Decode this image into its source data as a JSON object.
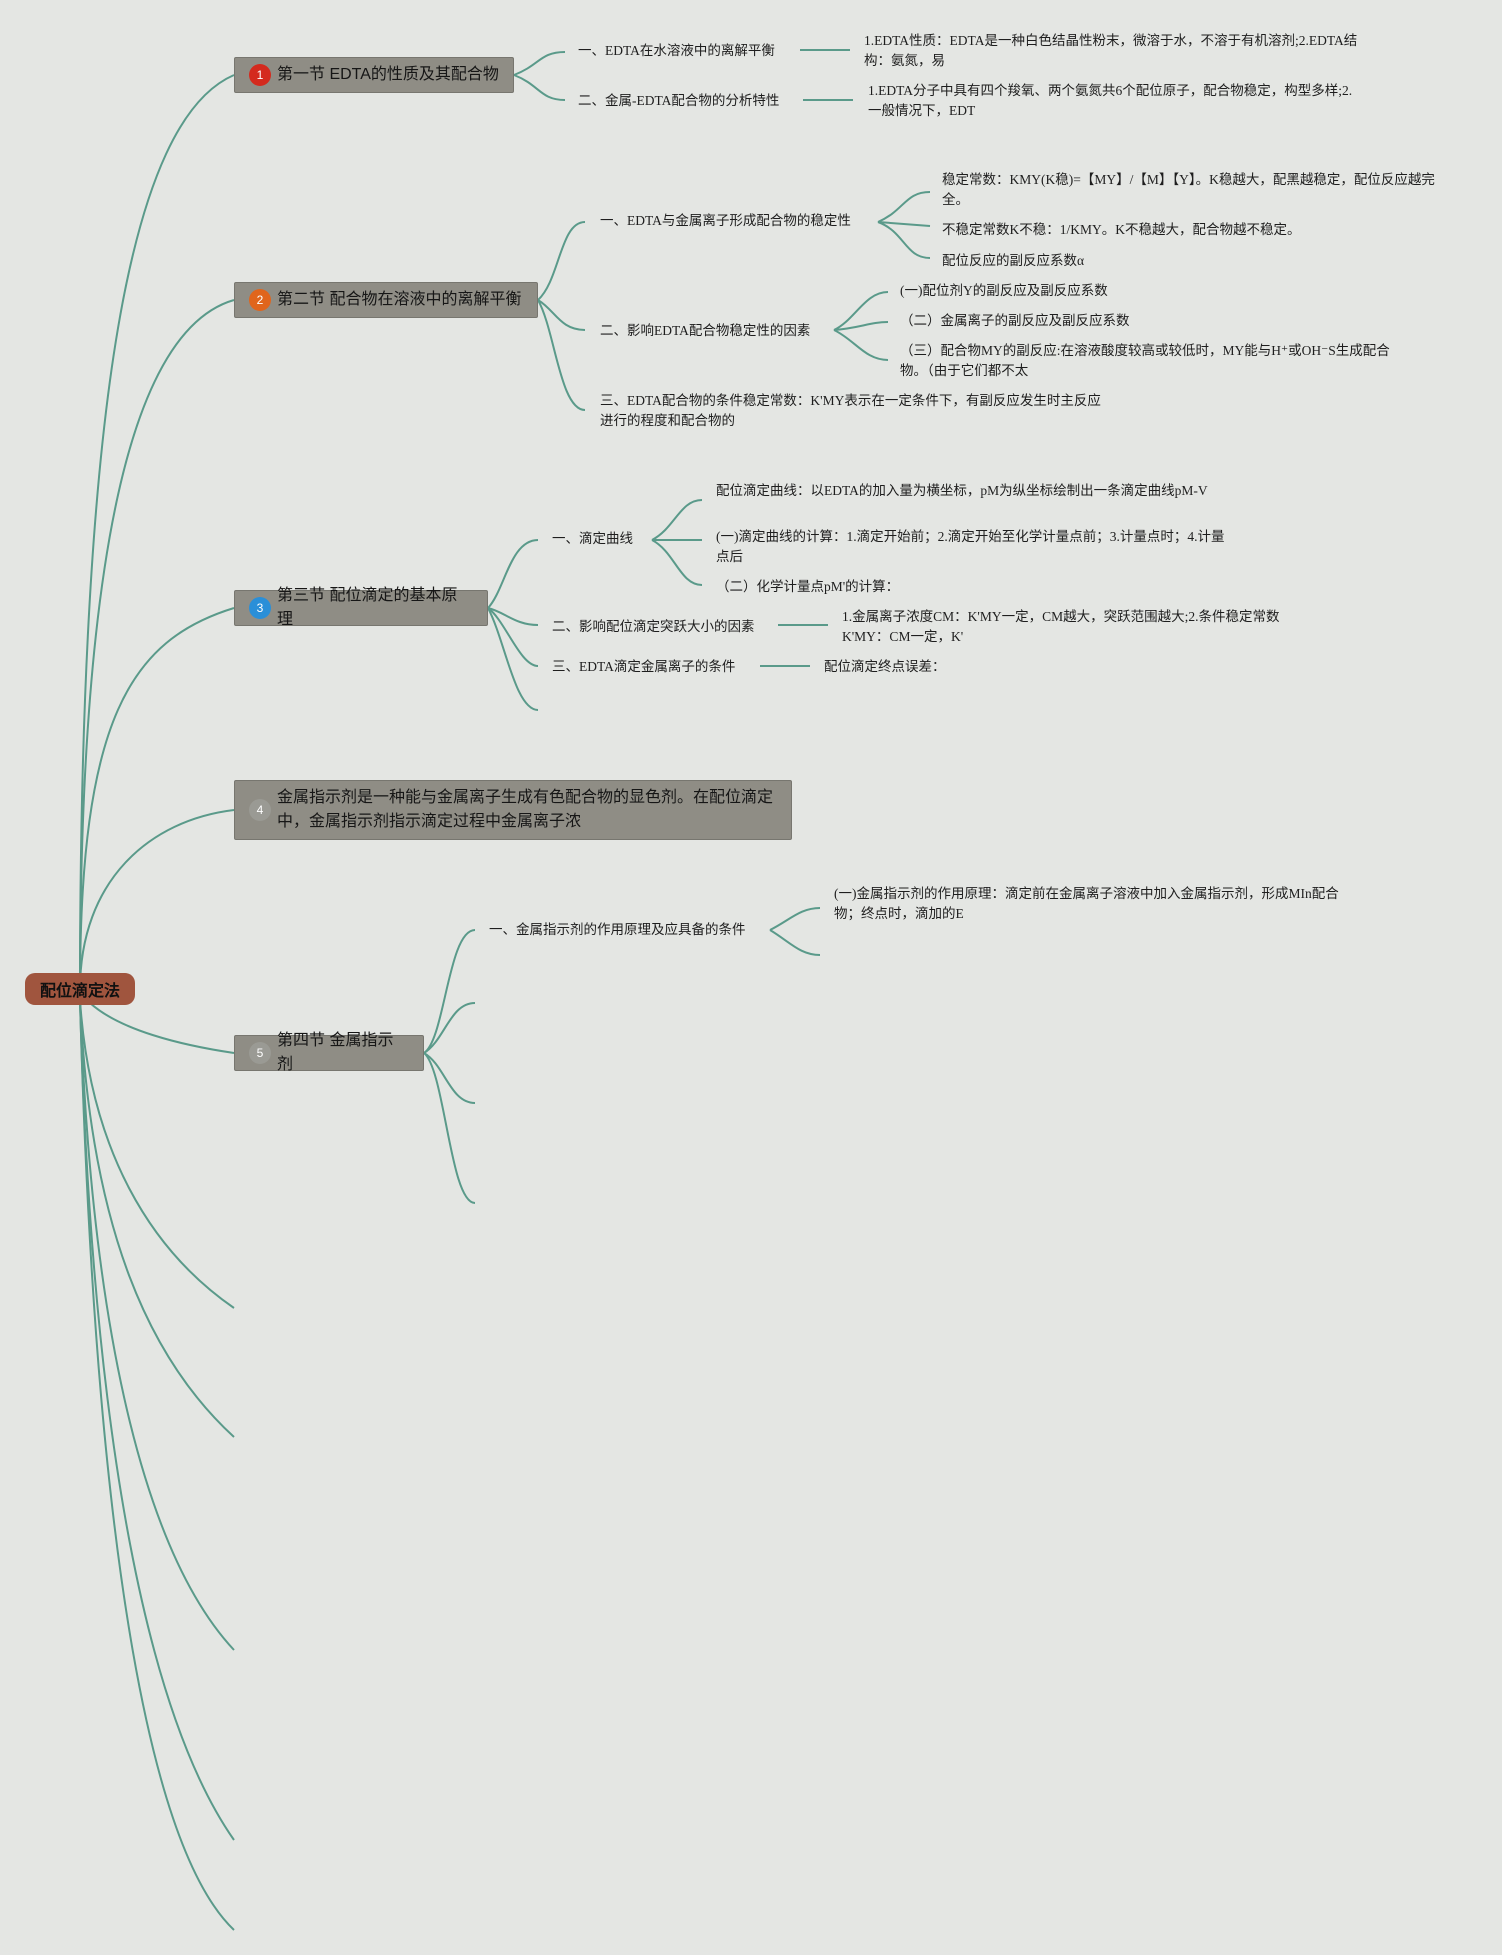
{
  "colors": {
    "background": "#e4e6e3",
    "connector": "#5a9a8a",
    "root": "#a0553e",
    "branch": "#8f8d85"
  },
  "root": {
    "label": "配位滴定法"
  },
  "sections": {
    "s1": {
      "title": "第一节 EDTA的性质及其配合物",
      "badge": "1",
      "badge_color": "#d42a1e",
      "c1": "一、EDTA在水溶液中的离解平衡",
      "c1_detail": "1.EDTA性质：EDTA是一种白色结晶性粉末，微溶于水，不溶于有机溶剂;2.EDTA结构：氨氮，易",
      "c2": "二、金属-EDTA配合物的分析特性",
      "c2_detail": "1.EDTA分子中具有四个羧氧、两个氨氮共6个配位原子，配合物稳定，构型多样;2.一般情况下，EDT"
    },
    "s2": {
      "title": "第二节 配合物在溶液中的离解平衡",
      "badge": "2",
      "badge_color": "#e0651c",
      "c1": "一、EDTA与金属离子形成配合物的稳定性",
      "c1_d1": "稳定常数：KMY(K稳)=【MY】/【M】【Y】。K稳越大，配黑越稳定，配位反应越完全。",
      "c1_d2": "不稳定常数K不稳：1/KMY。K不稳越大，配合物越不稳定。",
      "c1_d3": "配位反应的副反应系数α",
      "c2": "二、影响EDTA配合物稳定性的因素",
      "c2_d1": "(一)配位剂Y的副反应及副反应系数",
      "c2_d2": "（二）金属离子的副反应及副反应系数",
      "c2_d3": "（三）配合物MY的副反应:在溶液酸度较高或较低时，MY能与H⁺或OH⁻S生成配合物。（由于它们都不太",
      "c3": "三、EDTA配合物的条件稳定常数：K'MY表示在一定条件下，有副反应发生时主反应进行的程度和配合物的"
    },
    "s3": {
      "title": "第三节 配位滴定的基本原理",
      "badge": "3",
      "badge_color": "#2a8fd8",
      "c1": "一、滴定曲线",
      "c1_d1": "配位滴定曲线：以EDTA的加入量为横坐标，pM为纵坐标绘制出一条滴定曲线pM-V",
      "c1_d2": "(一)滴定曲线的计算：1.滴定开始前；2.滴定开始至化学计量点前；3.计量点时；4.计量点后",
      "c1_d3": "（二）化学计量点pM'的计算：",
      "c2": "二、影响配位滴定突跃大小的因素",
      "c2_detail": "1.金属离子浓度CM：K'MY一定，CM越大，突跃范围越大;2.条件稳定常数K'MY：CM一定，K'",
      "c3": "三、EDTA滴定金属离子的条件",
      "c3_detail": "配位滴定终点误差："
    },
    "s4note": {
      "title": "金属指示剂是一种能与金属离子生成有色配合物的显色剂。在配位滴定中，金属指示剂指示滴定过程中金属离子浓",
      "badge": "4",
      "badge_color": "#9a9a94"
    },
    "s4": {
      "title": "第四节 金属指示剂",
      "badge": "5",
      "badge_color": "#9a9a94",
      "c1": "一、金属指示剂的作用原理及应具备的条件",
      "c1_detail": "(一)金属指示剂的作用原理：滴定前在金属离子溶液中加入金属指示剂，形成MIn配合物；终点时，滴加的E"
    }
  }
}
